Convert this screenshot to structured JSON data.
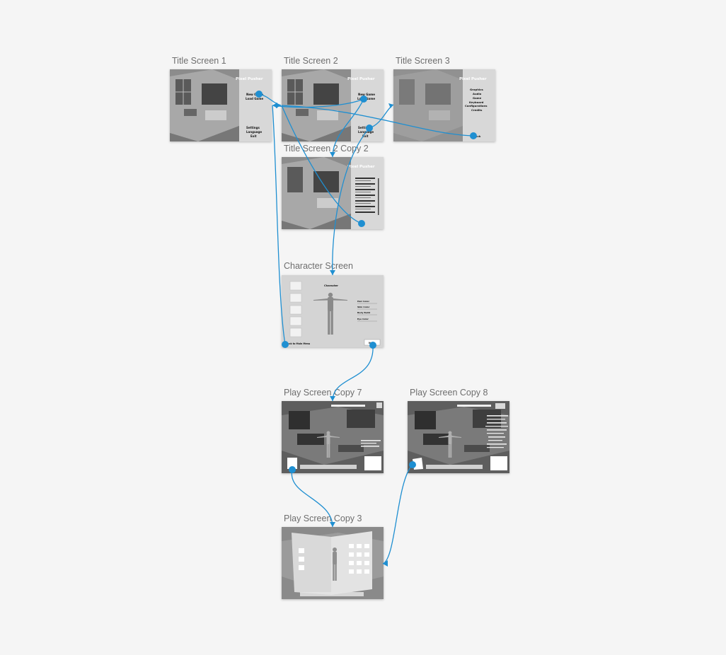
{
  "colors": {
    "canvas": "#f5f5f5",
    "flow": "#1f8fd1",
    "label": "#6e6e6e"
  },
  "frames": {
    "title1": {
      "label": "Title Screen 1",
      "game_title": "Pixel Pusher",
      "menu": [
        "New Game",
        "Load Game"
      ],
      "menu2": [
        "Settings",
        "Language",
        "Exit"
      ]
    },
    "title2": {
      "label": "Title Screen 2",
      "game_title": "Pixel Pusher",
      "menu": [
        "New Game",
        "Load Game"
      ],
      "menu2": [
        "Settings",
        "Language",
        "Exit"
      ]
    },
    "title3": {
      "label": "Title Screen 3",
      "game_title": "Pixel Pusher",
      "menu": [
        "Graphics",
        "Audio",
        "Game",
        "Keyboard",
        "Configurations",
        "Credits"
      ],
      "back": "Back"
    },
    "title2copy2": {
      "label": "Title Screen 2 Copy 2",
      "game_title": "Pixel Pusher"
    },
    "character": {
      "label": "Character Screen",
      "heading": "Character",
      "back_link": "Back to Main Menu",
      "next_button": "Next",
      "options": [
        "Hair Color",
        "Skin Color",
        "Body Build",
        "Eye Color"
      ]
    },
    "play7": {
      "label": "Play Screen Copy 7"
    },
    "play8": {
      "label": "Play Screen Copy 8"
    },
    "play3": {
      "label": "Play Screen Copy 3"
    }
  }
}
